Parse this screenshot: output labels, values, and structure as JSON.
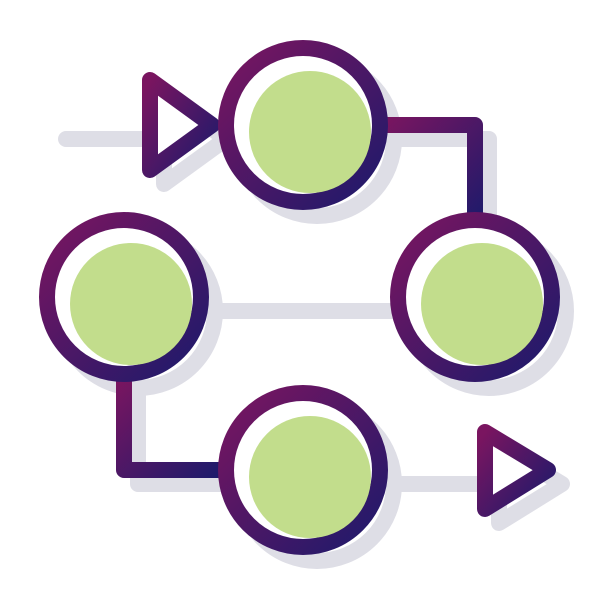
{
  "diagram": {
    "type": "process-flow-icon",
    "colors": {
      "background": "#ffffff",
      "node_fill": "#c2dd8c",
      "stroke_start": "#7a1560",
      "stroke_end": "#1d1a6b",
      "shadow": "#dedee6",
      "highlight": "#ffffff"
    },
    "nodes": [
      {
        "id": "top"
      },
      {
        "id": "left"
      },
      {
        "id": "right"
      },
      {
        "id": "bottom"
      }
    ],
    "connectors": [
      {
        "from": "input",
        "to": "top",
        "arrow": "triangle"
      },
      {
        "from": "top",
        "to": "right"
      },
      {
        "from": "left",
        "to": "right"
      },
      {
        "from": "left",
        "to": "bottom"
      },
      {
        "from": "bottom",
        "to": "output",
        "arrow": "triangle"
      }
    ]
  }
}
